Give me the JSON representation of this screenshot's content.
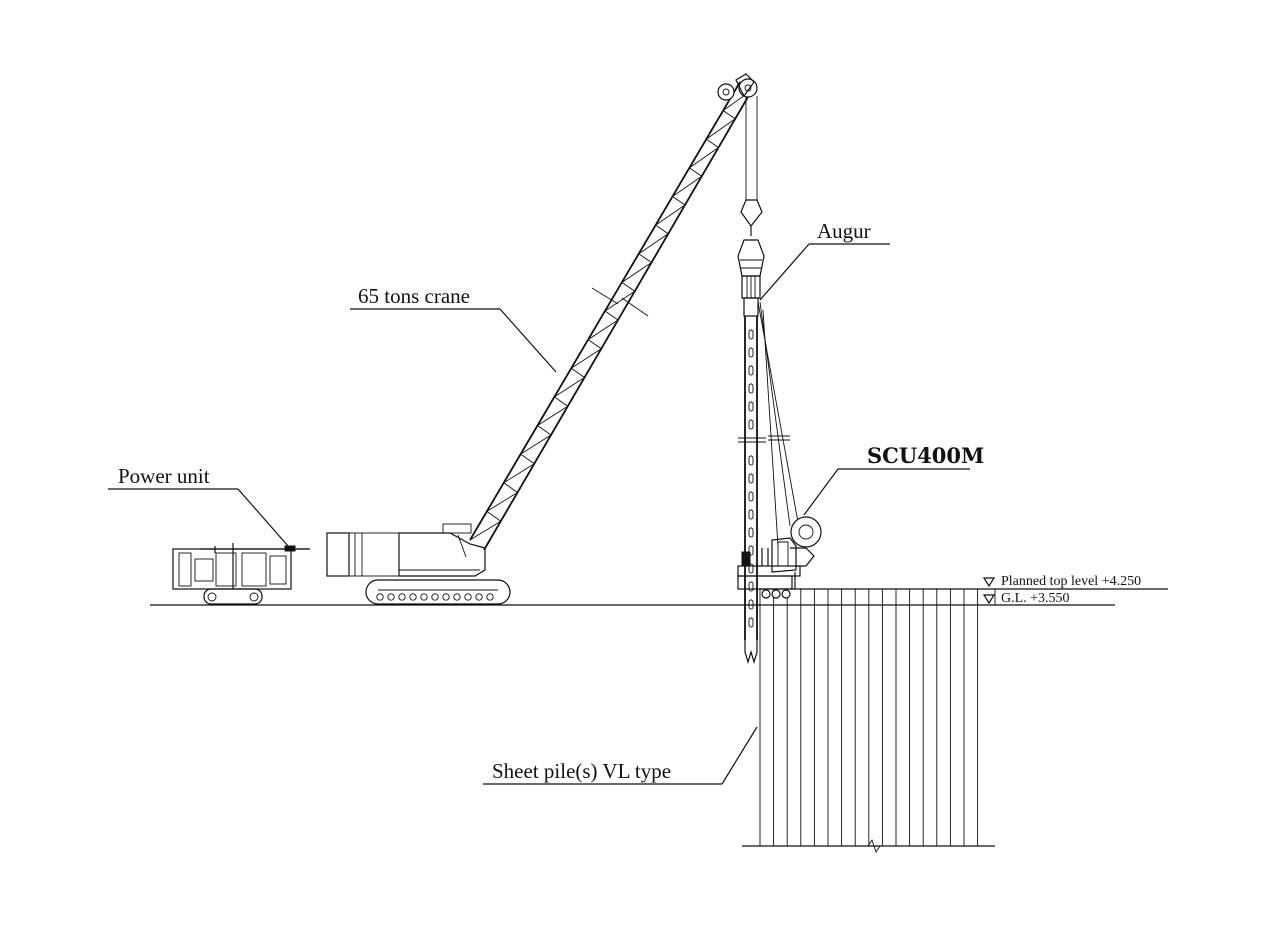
{
  "labels": {
    "crane": "65 tons crane",
    "augur": "Augur",
    "power_unit": "Power unit",
    "scu": "SCU400M",
    "sheet_pile": "Sheet pile(s)  VL type"
  },
  "levels": {
    "planned_top": "Planned top level +4.250",
    "ground": "G.L. +3.550"
  },
  "colors": {
    "line": "#111111",
    "background": "#ffffff"
  }
}
